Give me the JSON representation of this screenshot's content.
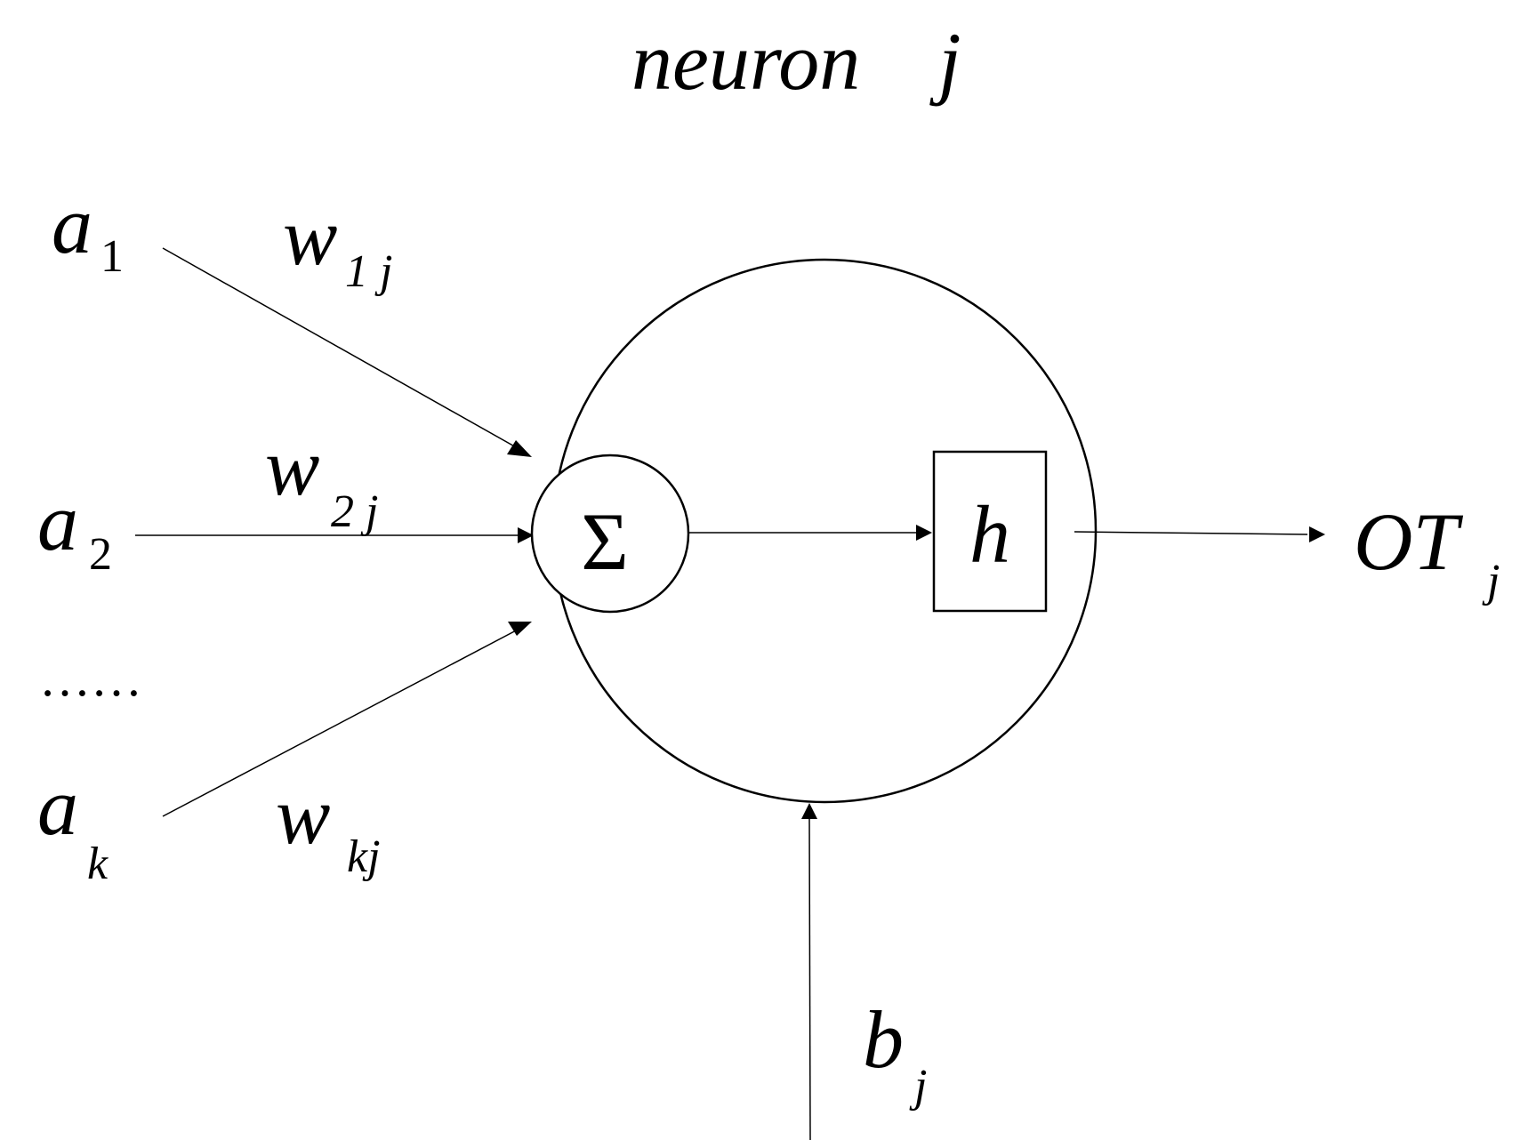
{
  "title": {
    "word": "neuron",
    "index": "j"
  },
  "inputs": [
    {
      "symbol": "a",
      "subscript": "1"
    },
    {
      "symbol": "a",
      "subscript": "2"
    },
    {
      "symbol": "a",
      "subscript": "k"
    }
  ],
  "ellipsis": "……",
  "weights": [
    {
      "symbol": "w",
      "subscript": "1 j"
    },
    {
      "symbol": "w",
      "subscript": "2 j"
    },
    {
      "symbol": "w",
      "subscript": "kj"
    }
  ],
  "summation": {
    "symbol": "Σ"
  },
  "activation": {
    "symbol": "h"
  },
  "output": {
    "symbol": "OT",
    "subscript": "j"
  },
  "bias": {
    "symbol": "b",
    "subscript": "j"
  }
}
